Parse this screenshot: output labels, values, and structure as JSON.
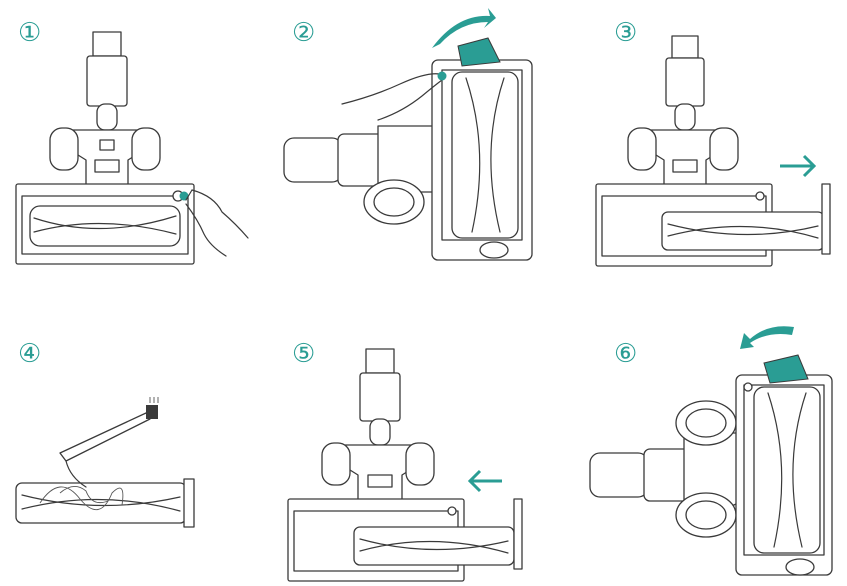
{
  "accent_color": "#2a9d94",
  "line_color": "#3a3a3a",
  "steps": [
    {
      "number": "①",
      "action": "press-release-button"
    },
    {
      "number": "②",
      "action": "lift-roller-cover"
    },
    {
      "number": "③",
      "action": "slide-out-roller"
    },
    {
      "number": "④",
      "action": "brush-clean-roller"
    },
    {
      "number": "⑤",
      "action": "slide-in-roller"
    },
    {
      "number": "⑥",
      "action": "close-roller-cover"
    }
  ]
}
